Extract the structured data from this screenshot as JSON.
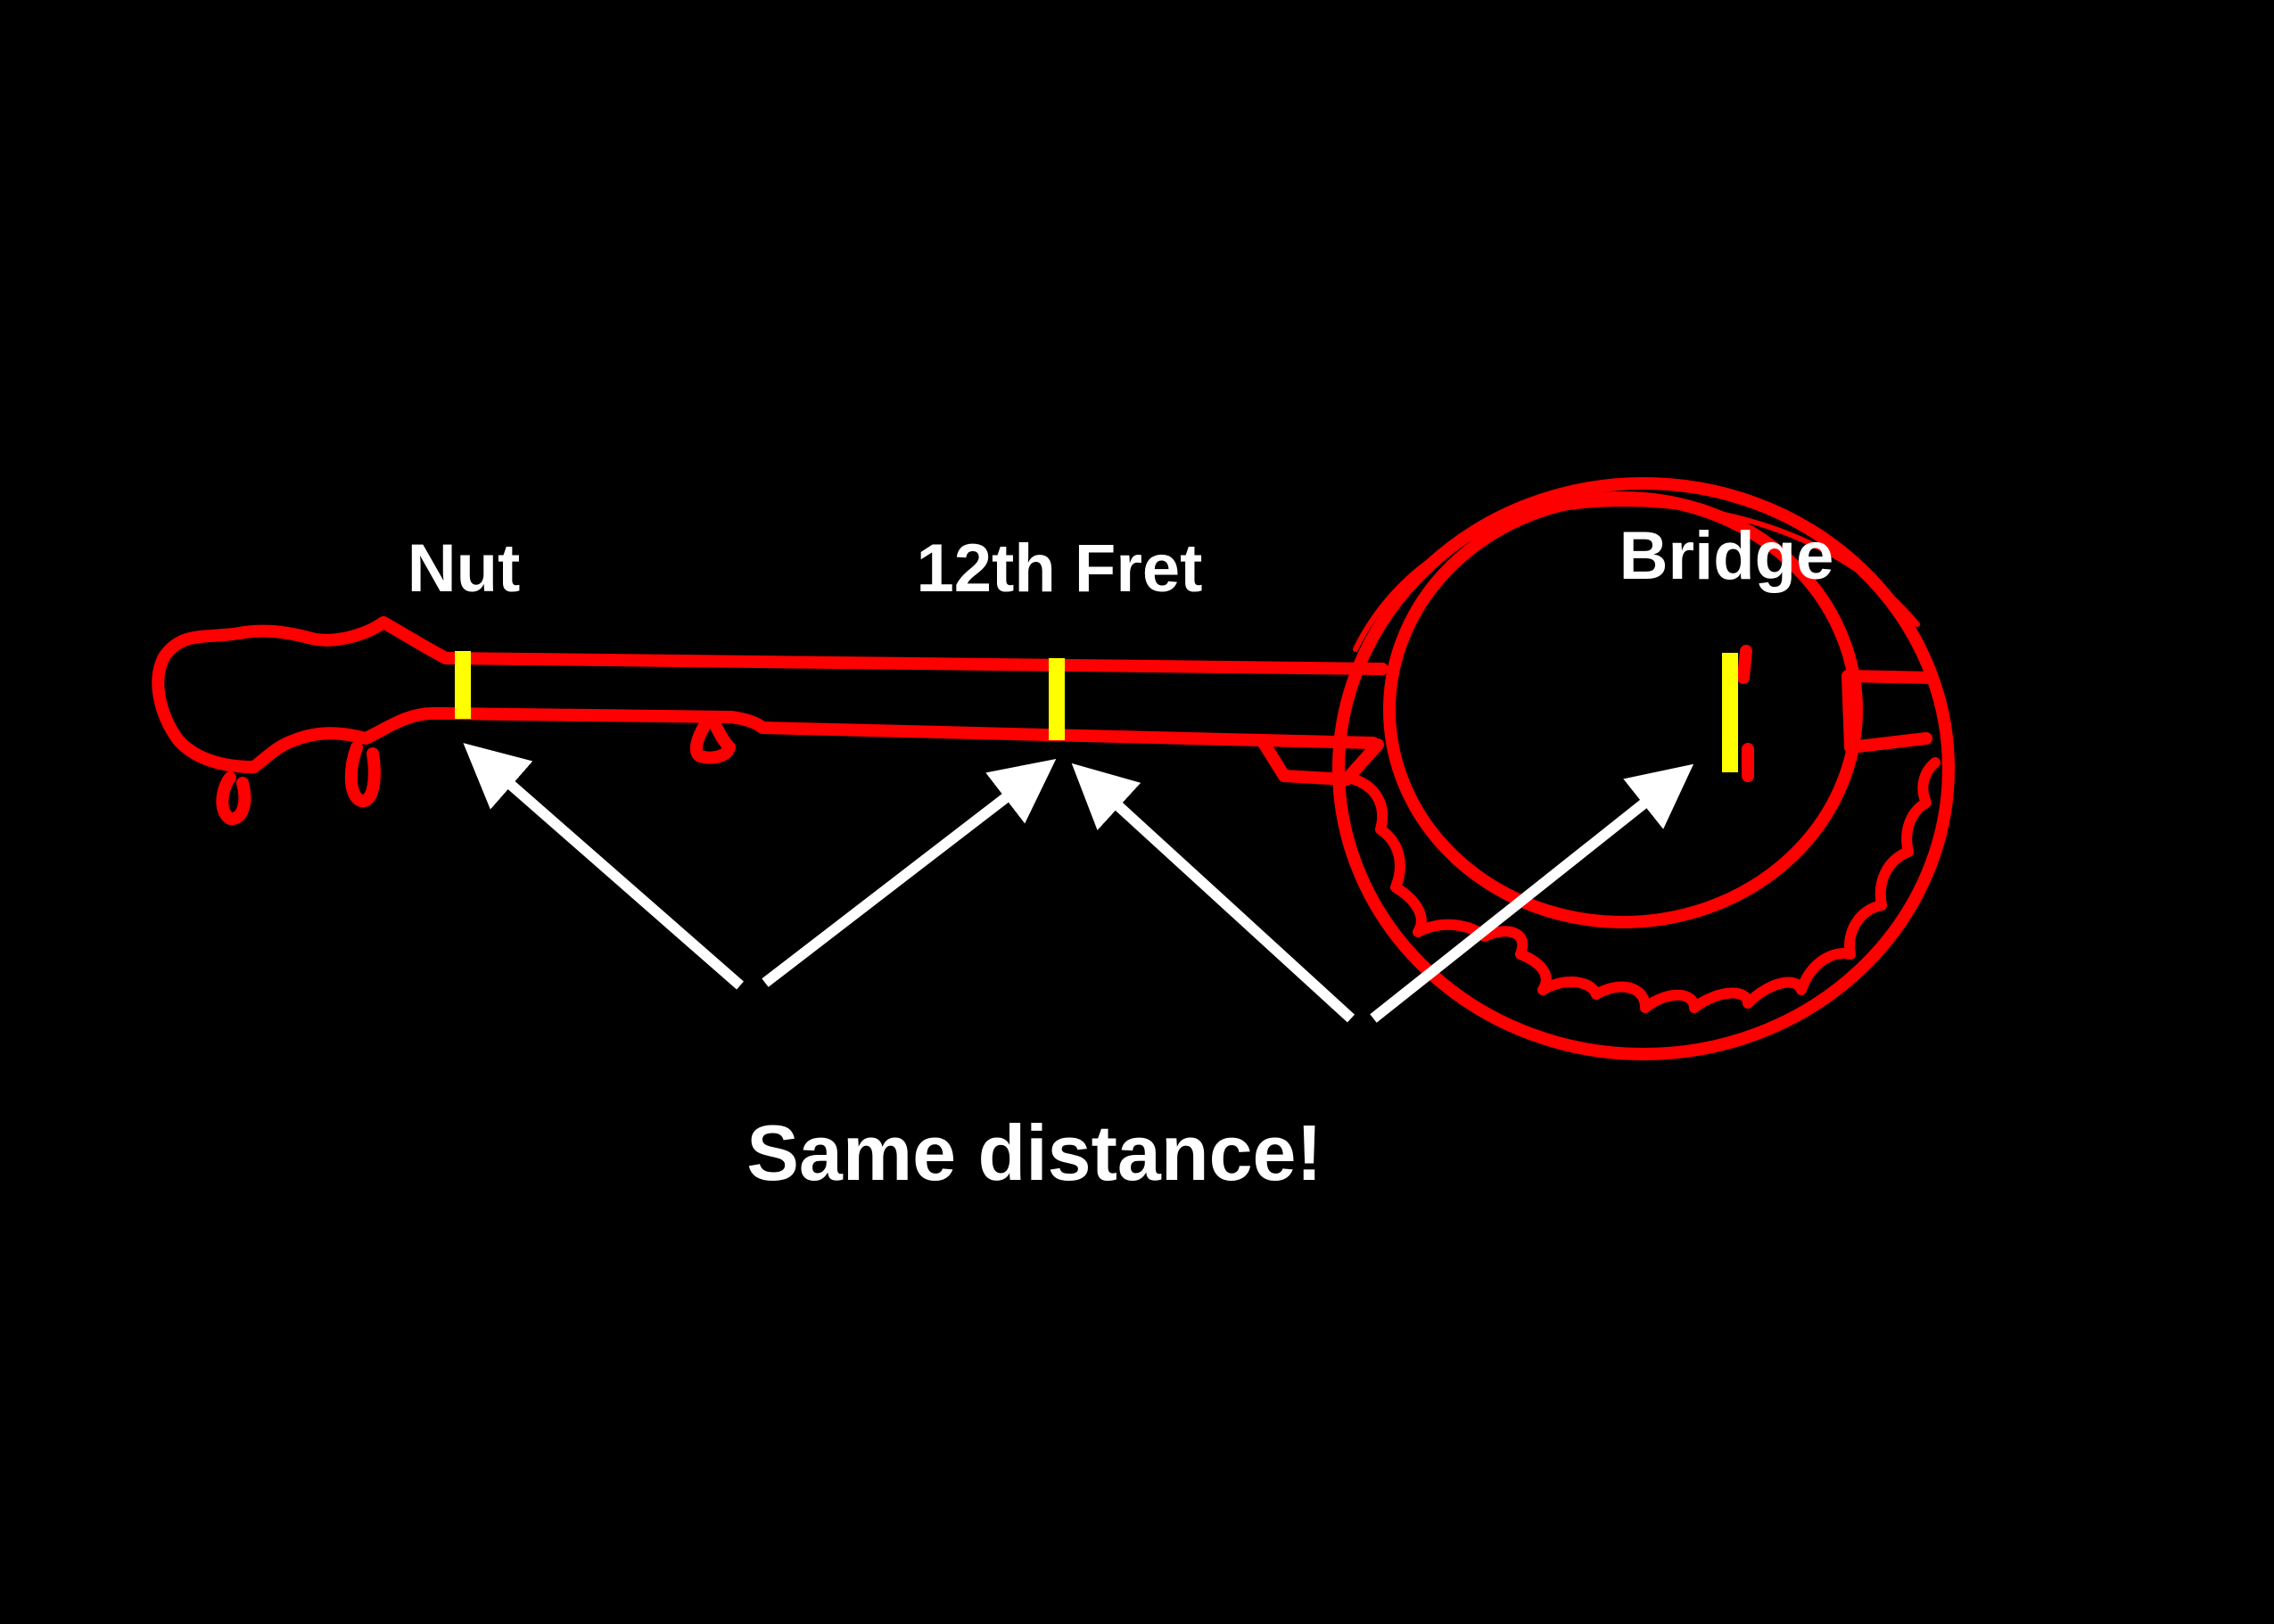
{
  "labels": {
    "nut": "Nut",
    "twelfth_fret": "12th Fret",
    "bridge": "Bridge",
    "same_distance": "Same distance!"
  },
  "colors": {
    "background": "#000000",
    "outline": "#ff0000",
    "markers": "#ffff00",
    "arrows": "#ffffff",
    "text": "#ffffff"
  },
  "icons": {
    "instrument": "banjo-outline-icon"
  }
}
